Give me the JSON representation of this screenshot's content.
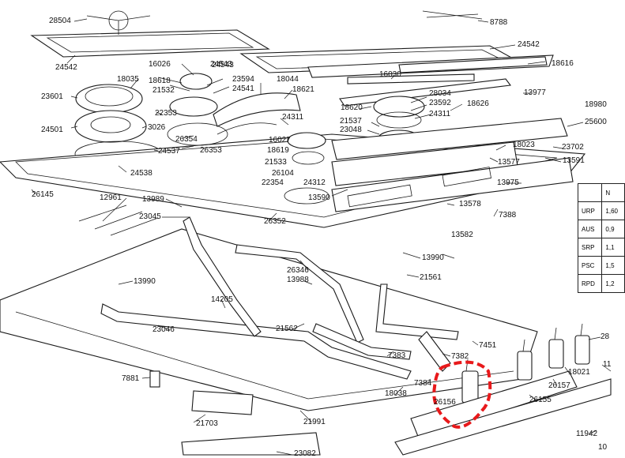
{
  "labels": [
    "28504",
    "8788",
    "24542",
    "24543",
    "24542",
    "18616",
    "16026",
    "24543",
    "18035",
    "18618",
    "23594",
    "21532",
    "24541",
    "18044",
    "18621",
    "16030",
    "23601",
    "22353",
    "3026",
    "24501",
    "24537",
    "24538",
    "26145",
    "26354",
    "26353",
    "24311",
    "16027",
    "18619",
    "21533",
    "26104",
    "22354",
    "24312",
    "18620",
    "28034",
    "23592",
    "24311",
    "21537",
    "23048",
    "18626",
    "13977",
    "18980",
    "25600",
    "18023",
    "23702",
    "13577",
    "13591",
    "13975",
    "13590",
    "12961",
    "13989",
    "23045",
    "26352",
    "13578",
    "7388",
    "13582",
    "13990",
    "26346",
    "13988",
    "21561",
    "13990",
    "14205",
    "23046",
    "21562",
    "7451",
    "7383",
    "7382",
    "7881",
    "7384",
    "18038",
    "26155",
    "26156",
    "26157",
    "18021",
    "28",
    "21703",
    "21991",
    "11942",
    "10",
    "23082",
    "11"
  ],
  "table": {
    "header": "N",
    "rows": [
      {
        "code": "URP",
        "value": "1,60"
      },
      {
        "code": "AUS",
        "value": "0,9"
      },
      {
        "code": "SRP",
        "value": "1,1"
      },
      {
        "code": "PSC",
        "value": "1,5"
      },
      {
        "code": "RPD",
        "value": "1,2"
      }
    ]
  },
  "highlight": {
    "color": "#e8191b",
    "target": "26156"
  }
}
